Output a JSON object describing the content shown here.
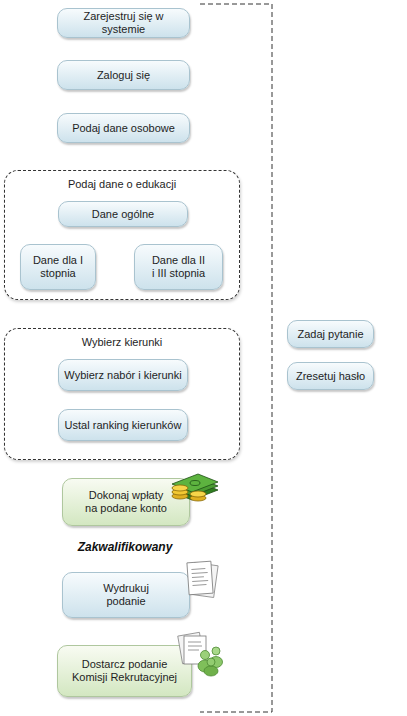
{
  "diagram": {
    "nodes": [
      {
        "text": [
          "Zarejestruj się w systemie"
        ]
      },
      {
        "text": [
          "Zaloguj się"
        ]
      },
      {
        "text": [
          "Podaj dane osobowe"
        ]
      },
      {
        "text": [
          "Podaj dane o edukacji"
        ]
      },
      {
        "text": [
          "Dane ogólne"
        ],
        "in": 3
      },
      {
        "text": [
          "Dane dla I stopnia"
        ],
        "in": 3
      },
      {
        "text": [
          "Dane dla II i III stopnia"
        ],
        "in": 3
      },
      {
        "text": [
          "Wybierz kierunki"
        ]
      },
      {
        "text": [
          "Wybierz nabór i kierunki"
        ],
        "in": 7
      },
      {
        "text": [
          "Ustal ranking kierunków"
        ],
        "in": 7
      },
      {
        "text": [
          "Dokonaj wpłaty na podane konto"
        ]
      },
      {
        "text": [
          "Wydrukuj podanie"
        ]
      },
      {
        "text": [
          "Dostarcz podanie Komisji Rekrutacyjnej"
        ]
      },
      {
        "text": [
          "Zadaj pytanie"
        ]
      },
      {
        "text": [
          "Zresetuj hasło"
        ]
      }
    ],
    "labels": [
      "Zakwalifikowany"
    ]
  }
}
